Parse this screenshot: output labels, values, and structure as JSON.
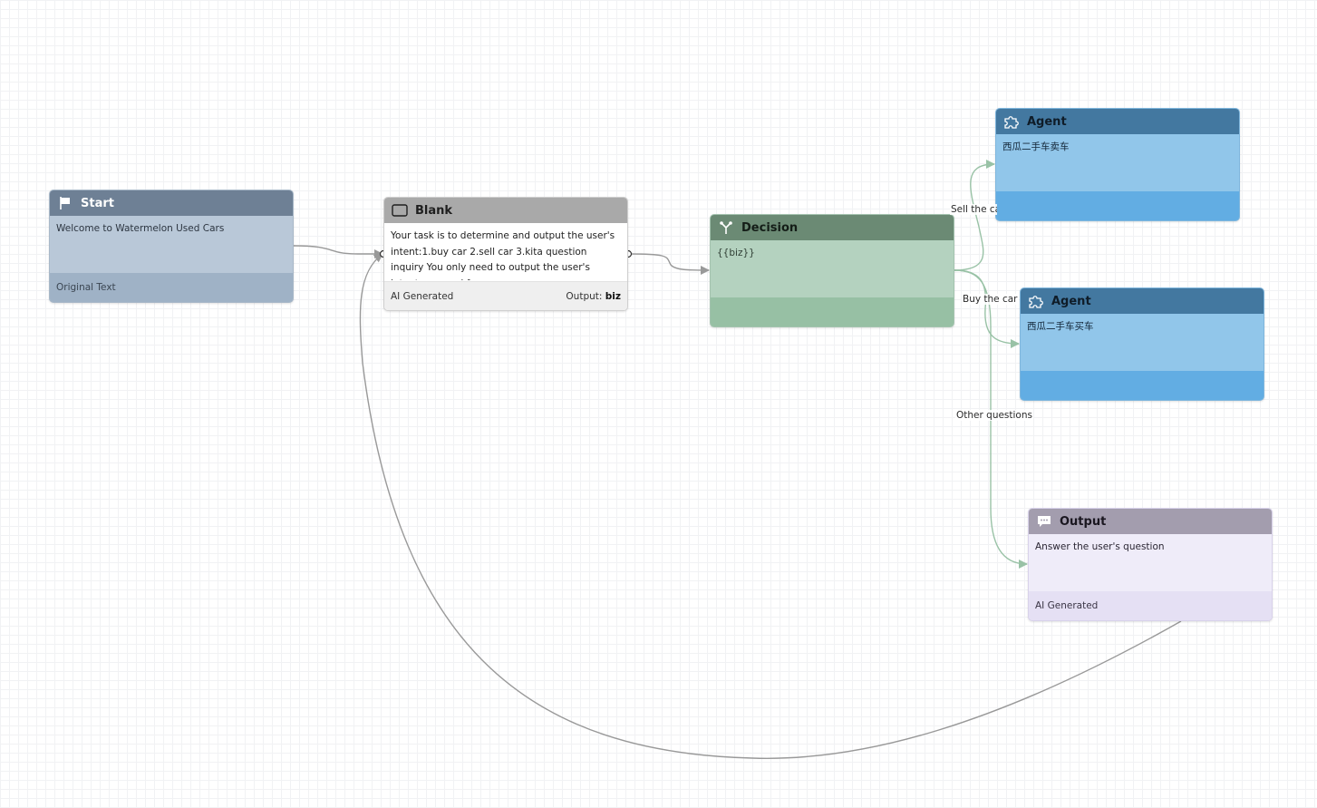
{
  "nodes": {
    "start": {
      "title": "Start",
      "body": "Welcome to Watermelon Used Cars",
      "footer": "Original Text",
      "icon": "flag-icon"
    },
    "blank": {
      "title": "Blank",
      "body": "Your task is to determine and output the user's intent:1.buy car 2.sell car 3.kita question inquiry You only need to output the user's intent, no need for...",
      "footer_left": "AI Generated",
      "footer_right_label": "Output: ",
      "footer_right_value": "biz",
      "icon": "square-icon"
    },
    "decision": {
      "title": "Decision",
      "body": "{{biz}}",
      "icon": "branch-icon"
    },
    "agent_sell": {
      "title": "Agent",
      "body": "西瓜二手车卖车",
      "icon": "puzzle-icon"
    },
    "agent_buy": {
      "title": "Agent",
      "body": "西瓜二手车买车",
      "icon": "puzzle-icon"
    },
    "output": {
      "title": "Output",
      "body": "Answer the user's question",
      "footer": "AI Generated",
      "icon": "chat-icon"
    }
  },
  "edge_labels": {
    "sell": "Sell the car",
    "buy": "Buy the car",
    "other": "Other questions"
  },
  "colors": {
    "edge_gray": "#999999",
    "edge_green": "#99c2a6"
  }
}
